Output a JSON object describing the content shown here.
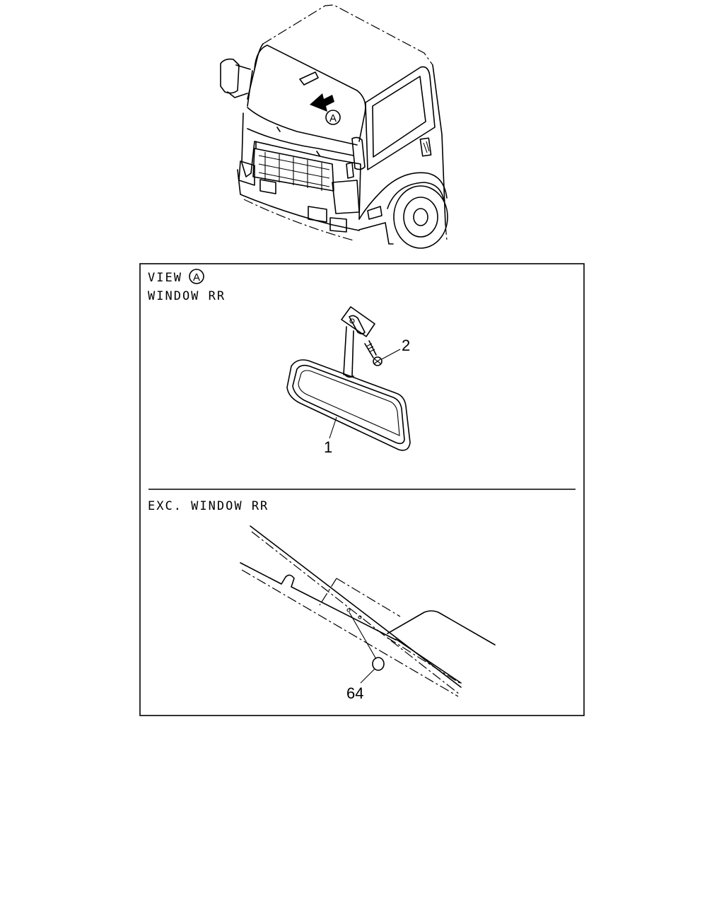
{
  "top_view": {
    "callout_letter": "A"
  },
  "panel_upper": {
    "heading_view": "VIEW",
    "heading_view_letter": "A",
    "heading_sub": "WINDOW RR",
    "part_labels": [
      "1",
      "2"
    ]
  },
  "panel_lower": {
    "heading": "EXC. WINDOW RR",
    "part_labels": [
      "64"
    ]
  }
}
